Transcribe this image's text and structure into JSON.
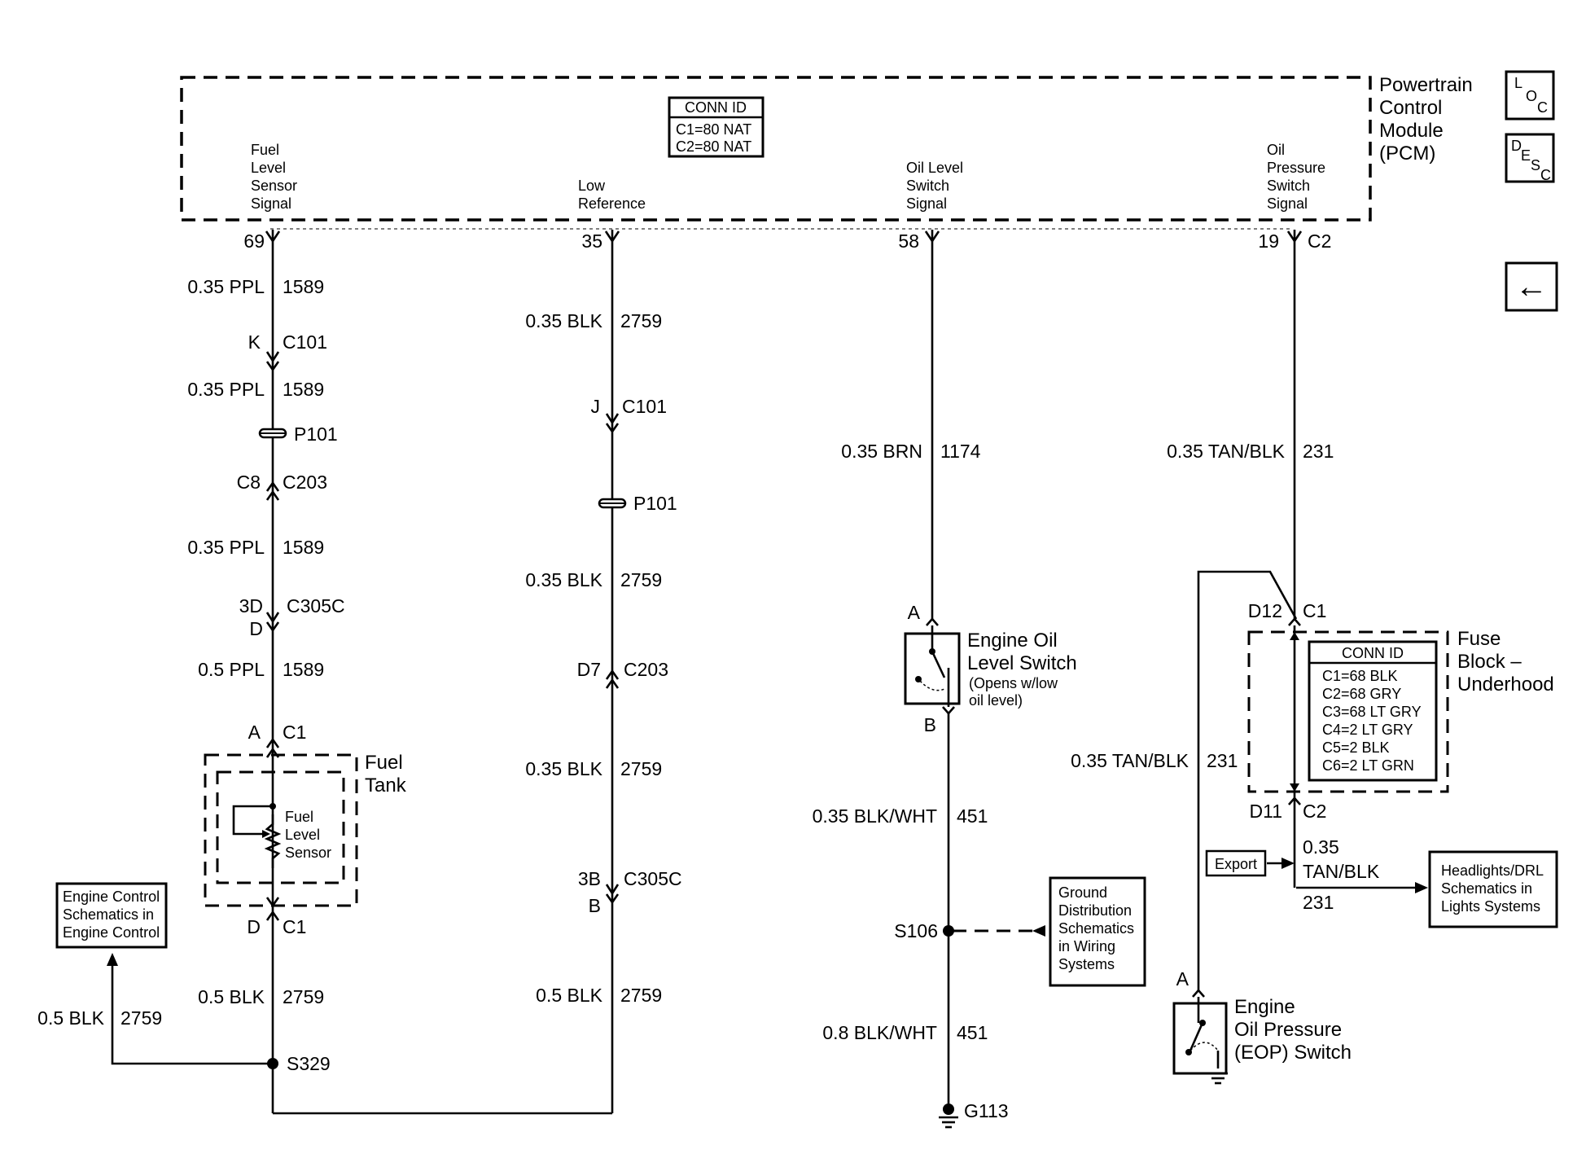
{
  "pcm": {
    "title_lines": [
      "Powertrain",
      "Control",
      "Module",
      "(PCM)"
    ],
    "conn_id": {
      "header": "CONN ID",
      "lines": [
        "C1=80 NAT",
        "C2=80 NAT"
      ]
    },
    "pins": [
      {
        "name_lines": [
          "Fuel",
          "Level",
          "Sensor",
          "Signal"
        ],
        "pin": "69"
      },
      {
        "name_lines": [
          "Low",
          "Reference"
        ],
        "pin": "35"
      },
      {
        "name_lines": [
          "Oil Level",
          "Switch",
          "Signal"
        ],
        "pin": "58"
      },
      {
        "name_lines": [
          "Oil",
          "Pressure",
          "Switch",
          "Signal"
        ],
        "pin": "19",
        "connector": "C2"
      }
    ]
  },
  "side_icons": {
    "loc": [
      "L",
      "O",
      "C"
    ],
    "desc": [
      "D",
      "E",
      "S",
      "C"
    ],
    "back": "←"
  },
  "fuel_circuit": {
    "wires": [
      {
        "gauge": "0.35 PPL",
        "circuit": "1589"
      },
      {
        "gauge": "0.35 PPL",
        "circuit": "1589"
      },
      {
        "gauge": "0.35 PPL",
        "circuit": "1589"
      },
      {
        "gauge": "0.5 PPL",
        "circuit": "1589"
      },
      {
        "gauge": "0.5 BLK",
        "circuit": "2759"
      }
    ],
    "connectors": {
      "c101": {
        "pin": "K",
        "name": "C101"
      },
      "p101": "P101",
      "c203": {
        "pin": "C8",
        "name": "C203"
      },
      "c305c": {
        "pin_top": "3D",
        "pin_bottom": "D",
        "name": "C305C"
      },
      "tank_top": {
        "pin": "A",
        "name": "C1"
      },
      "tank_bottom": {
        "pin": "D",
        "name": "C1"
      }
    },
    "tank_label_lines": [
      "Fuel",
      "Tank"
    ],
    "sensor_label_lines": [
      "Fuel",
      "Level",
      "Sensor"
    ],
    "splice": "S329"
  },
  "engine_control": {
    "ref_lines": [
      "Engine Control",
      "Schematics in",
      "Engine Control"
    ],
    "wire": {
      "gauge": "0.5 BLK",
      "circuit": "2759"
    }
  },
  "low_ref_circuit": {
    "wires": [
      {
        "gauge": "0.35 BLK",
        "circuit": "2759"
      },
      {
        "gauge": "0.35 BLK",
        "circuit": "2759"
      },
      {
        "gauge": "0.35 BLK",
        "circuit": "2759"
      },
      {
        "gauge": "0.5 BLK",
        "circuit": "2759"
      }
    ],
    "connectors": {
      "c101": {
        "pin": "J",
        "name": "C101"
      },
      "p101": "P101",
      "c203": {
        "pin": "D7",
        "name": "C203"
      },
      "c305c": {
        "pin_top": "3B",
        "pin_bottom": "B",
        "name": "C305C"
      }
    }
  },
  "oil_level_circuit": {
    "wires": [
      {
        "gauge": "0.35 BRN",
        "circuit": "1174"
      },
      {
        "gauge": "0.35 BLK/WHT",
        "circuit": "451"
      },
      {
        "gauge": "0.8 BLK/WHT",
        "circuit": "451"
      }
    ],
    "switch_pin_top": "A",
    "switch_pin_bottom": "B",
    "switch_label_lines": [
      "Engine Oil",
      "Level Switch"
    ],
    "switch_note_lines": [
      "(Opens w/low",
      "oil level)"
    ],
    "splice": "S106",
    "ground": "G113",
    "ground_ref_lines": [
      "Ground",
      "Distribution",
      "Schematics",
      "in Wiring",
      "Systems"
    ]
  },
  "oil_pressure_circuit": {
    "wires": [
      {
        "gauge": "0.35 TAN/BLK",
        "circuit": "231"
      },
      {
        "gauge": "0.35 TAN/BLK",
        "circuit": "231"
      }
    ],
    "fuse_block": {
      "label_lines": [
        "Fuse",
        "Block –",
        "Underhood"
      ],
      "conn_id": {
        "header": "CONN ID",
        "lines": [
          "C1=68 BLK",
          "C2=68 GRY",
          "C3=68 LT GRY",
          "C4=2 LT GRY",
          "C5=2 BLK",
          "C6=2 LT GRN"
        ]
      },
      "top": {
        "pin": "D12",
        "name": "C1"
      },
      "bottom": {
        "pin": "D11",
        "name": "C2"
      }
    },
    "export_label": "Export",
    "out_wire": {
      "gauge_lines": [
        "0.35",
        "TAN/BLK"
      ],
      "circuit": "231"
    },
    "headlights_ref_lines": [
      "Headlights/DRL",
      "Schematics in",
      "Lights Systems"
    ],
    "switch_pin": "A",
    "switch_label_lines": [
      "Engine",
      "Oil Pressure",
      "(EOP) Switch"
    ]
  }
}
